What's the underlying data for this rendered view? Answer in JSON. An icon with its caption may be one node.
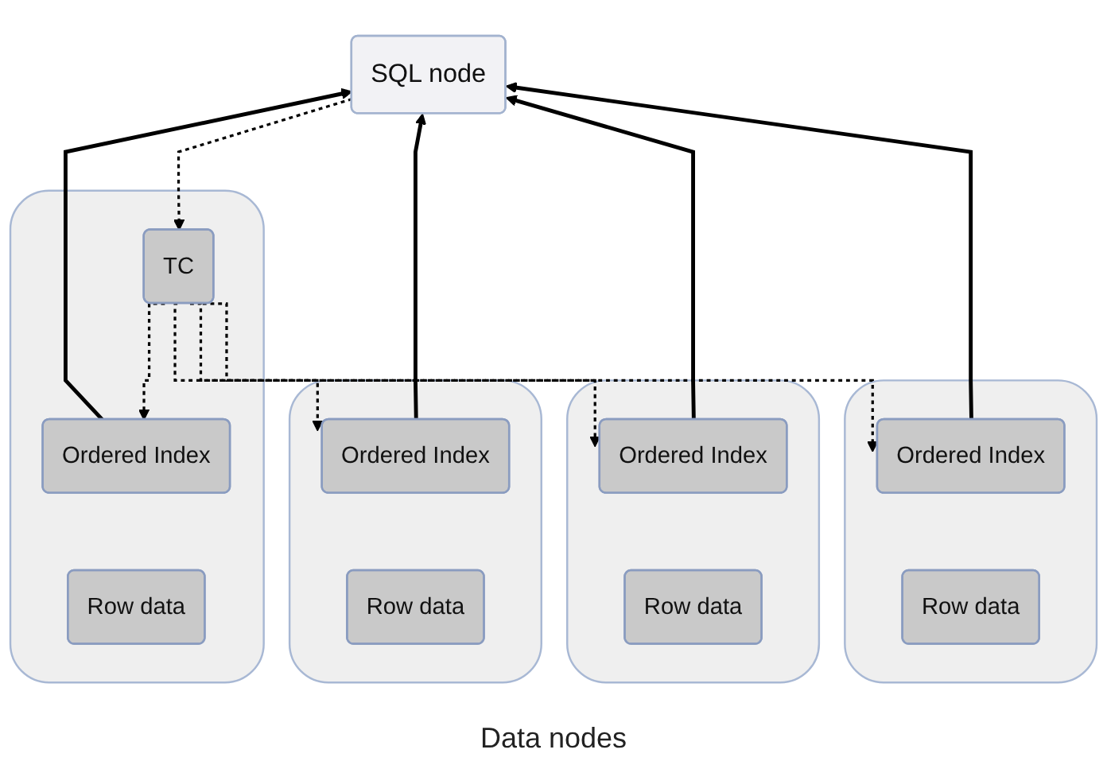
{
  "diagram": {
    "nodes": [
      {
        "text": [
          "SQL node"
        ]
      },
      {
        "text": [],
        "shape": "cylinder"
      },
      {
        "text": [
          "Ordered Index"
        ],
        "in": 1
      },
      {
        "text": [
          "Row data"
        ],
        "in": 1
      },
      {
        "text": [],
        "shape": "cylinder"
      },
      {
        "text": [
          "TC"
        ],
        "in": 4
      },
      {
        "text": [
          "Ordered Index"
        ],
        "in": 4
      },
      {
        "text": [
          "Row data"
        ],
        "in": 4
      },
      {
        "text": [],
        "shape": "cylinder"
      },
      {
        "text": [
          "Ordered Index"
        ],
        "in": 8
      },
      {
        "text": [
          "Row data"
        ],
        "in": 8
      },
      {
        "text": [],
        "shape": "cylinder"
      },
      {
        "text": [
          "Ordered Index"
        ],
        "in": 11
      },
      {
        "text": [
          "Row data"
        ],
        "in": 11
      }
    ],
    "edges": [
      {
        "from": 2,
        "to": 0,
        "arrow": "to"
      },
      {
        "from": 0,
        "to": 5,
        "arrow": "to",
        "style": "dashed"
      },
      {
        "from": 6,
        "to": 0,
        "arrow": "to"
      },
      {
        "from": 9,
        "to": 0,
        "arrow": "to"
      },
      {
        "from": 12,
        "to": 0,
        "arrow": "to"
      },
      {
        "from": 5,
        "to": 2,
        "arrow": "to",
        "style": "dashed"
      },
      {
        "from": 5,
        "to": 6,
        "arrow": "to",
        "style": "dashed"
      },
      {
        "from": 5,
        "to": 9,
        "arrow": "to",
        "style": "dashed"
      },
      {
        "from": 5,
        "to": 12,
        "arrow": "to",
        "style": "dashed"
      }
    ],
    "labels": [
      "Data nodes"
    ]
  }
}
